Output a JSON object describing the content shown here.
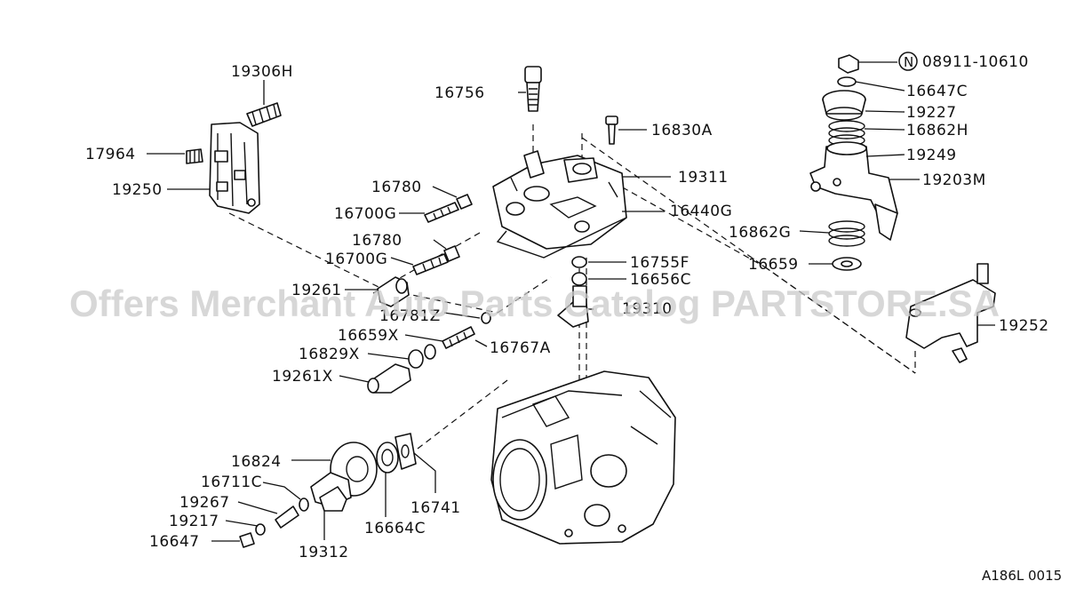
{
  "diagram": {
    "watermark": "Offers Merchant Auto Parts Catalog PARTSTORE.SA",
    "reference_code": "A186L 0015",
    "circle_marker": "N",
    "callouts": [
      {
        "id": "c1",
        "text": "19306H"
      },
      {
        "id": "c2",
        "text": "17964"
      },
      {
        "id": "c3",
        "text": "19250"
      },
      {
        "id": "c4",
        "text": "16756"
      },
      {
        "id": "c5",
        "text": "16830A"
      },
      {
        "id": "c6",
        "text": "19311"
      },
      {
        "id": "c7",
        "text": "16780"
      },
      {
        "id": "c8",
        "text": "16700G"
      },
      {
        "id": "c9",
        "text": "16440G"
      },
      {
        "id": "c10",
        "text": "16780"
      },
      {
        "id": "c11",
        "text": "16700G"
      },
      {
        "id": "c12",
        "text": "16755F"
      },
      {
        "id": "c13",
        "text": "16656C"
      },
      {
        "id": "c14",
        "text": "19261"
      },
      {
        "id": "c15",
        "text": "16781Z"
      },
      {
        "id": "c16",
        "text": "19310"
      },
      {
        "id": "c17",
        "text": "16659X"
      },
      {
        "id": "c18",
        "text": "16767A"
      },
      {
        "id": "c19",
        "text": "16829X"
      },
      {
        "id": "c20",
        "text": "19261X"
      },
      {
        "id": "c21",
        "text": "08911-10610"
      },
      {
        "id": "c22",
        "text": "16647C"
      },
      {
        "id": "c23",
        "text": "19227"
      },
      {
        "id": "c24",
        "text": "16862H"
      },
      {
        "id": "c25",
        "text": "19249"
      },
      {
        "id": "c26",
        "text": "19203M"
      },
      {
        "id": "c27",
        "text": "16862G"
      },
      {
        "id": "c28",
        "text": "16659"
      },
      {
        "id": "c29",
        "text": "19252"
      },
      {
        "id": "c30",
        "text": "16824"
      },
      {
        "id": "c31",
        "text": "16711C"
      },
      {
        "id": "c32",
        "text": "19267"
      },
      {
        "id": "c33",
        "text": "19217"
      },
      {
        "id": "c34",
        "text": "16647"
      },
      {
        "id": "c35",
        "text": "19312"
      },
      {
        "id": "c36",
        "text": "16664C"
      },
      {
        "id": "c37",
        "text": "16741"
      }
    ]
  }
}
